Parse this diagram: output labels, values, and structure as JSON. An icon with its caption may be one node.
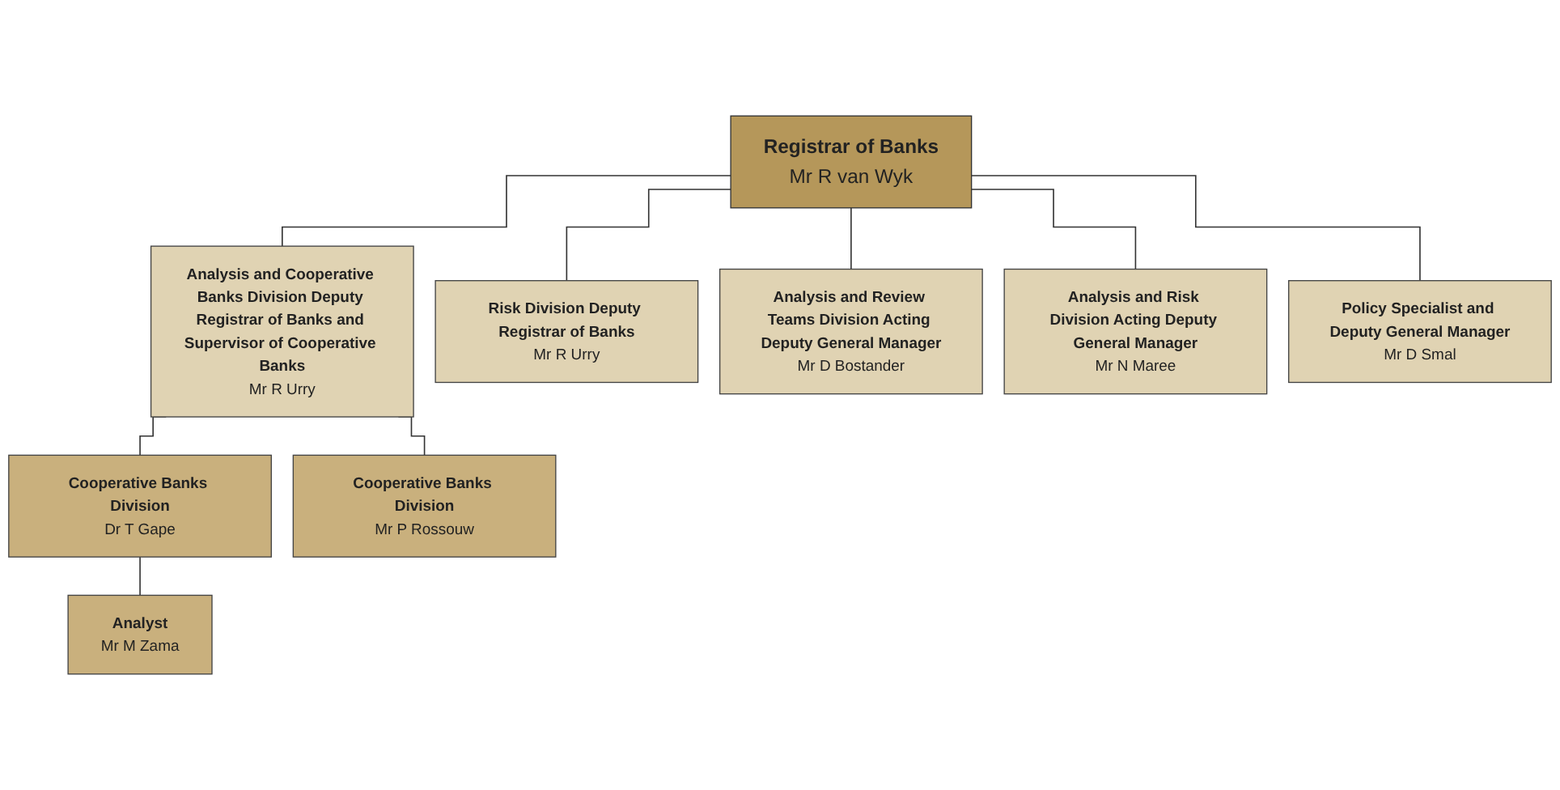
{
  "diagram": {
    "nodes": [
      {
        "text": [
          "Registrar of Banks",
          "Mr R van Wyk"
        ]
      },
      {
        "text": [
          "Analysis and Cooperative Banks Division Deputy Registrar of Banks and Supervisor of Cooperative Banks",
          "Mr R Urry"
        ]
      },
      {
        "text": [
          "Risk Division Deputy Registrar of Banks",
          "Mr R Urry"
        ]
      },
      {
        "text": [
          "Analysis and Review Teams Division Acting Deputy General Manager",
          "Mr D Bostander"
        ]
      },
      {
        "text": [
          "Analysis and Risk Division Acting Deputy General Manager",
          "Mr N Maree"
        ]
      },
      {
        "text": [
          "Policy Specialist and Deputy General Manager",
          "Mr D Smal"
        ]
      },
      {
        "text": [
          "Cooperative Banks Division",
          "Dr T Gape"
        ]
      },
      {
        "text": [
          "Cooperative Banks Division",
          "Mr P Rossouw"
        ]
      },
      {
        "text": [
          "Analyst",
          "Mr M Zama"
        ]
      }
    ],
    "edges": [
      {
        "from": 0,
        "to": 1,
        "arrow": "none"
      },
      {
        "from": 0,
        "to": 2,
        "arrow": "none"
      },
      {
        "from": 0,
        "to": 3,
        "arrow": "none"
      },
      {
        "from": 0,
        "to": 4,
        "arrow": "none"
      },
      {
        "from": 0,
        "to": 5,
        "arrow": "none"
      },
      {
        "from": 1,
        "to": 6,
        "arrow": "none"
      },
      {
        "from": 1,
        "to": 7,
        "arrow": "none"
      },
      {
        "from": 6,
        "to": 8,
        "arrow": "none"
      }
    ]
  }
}
